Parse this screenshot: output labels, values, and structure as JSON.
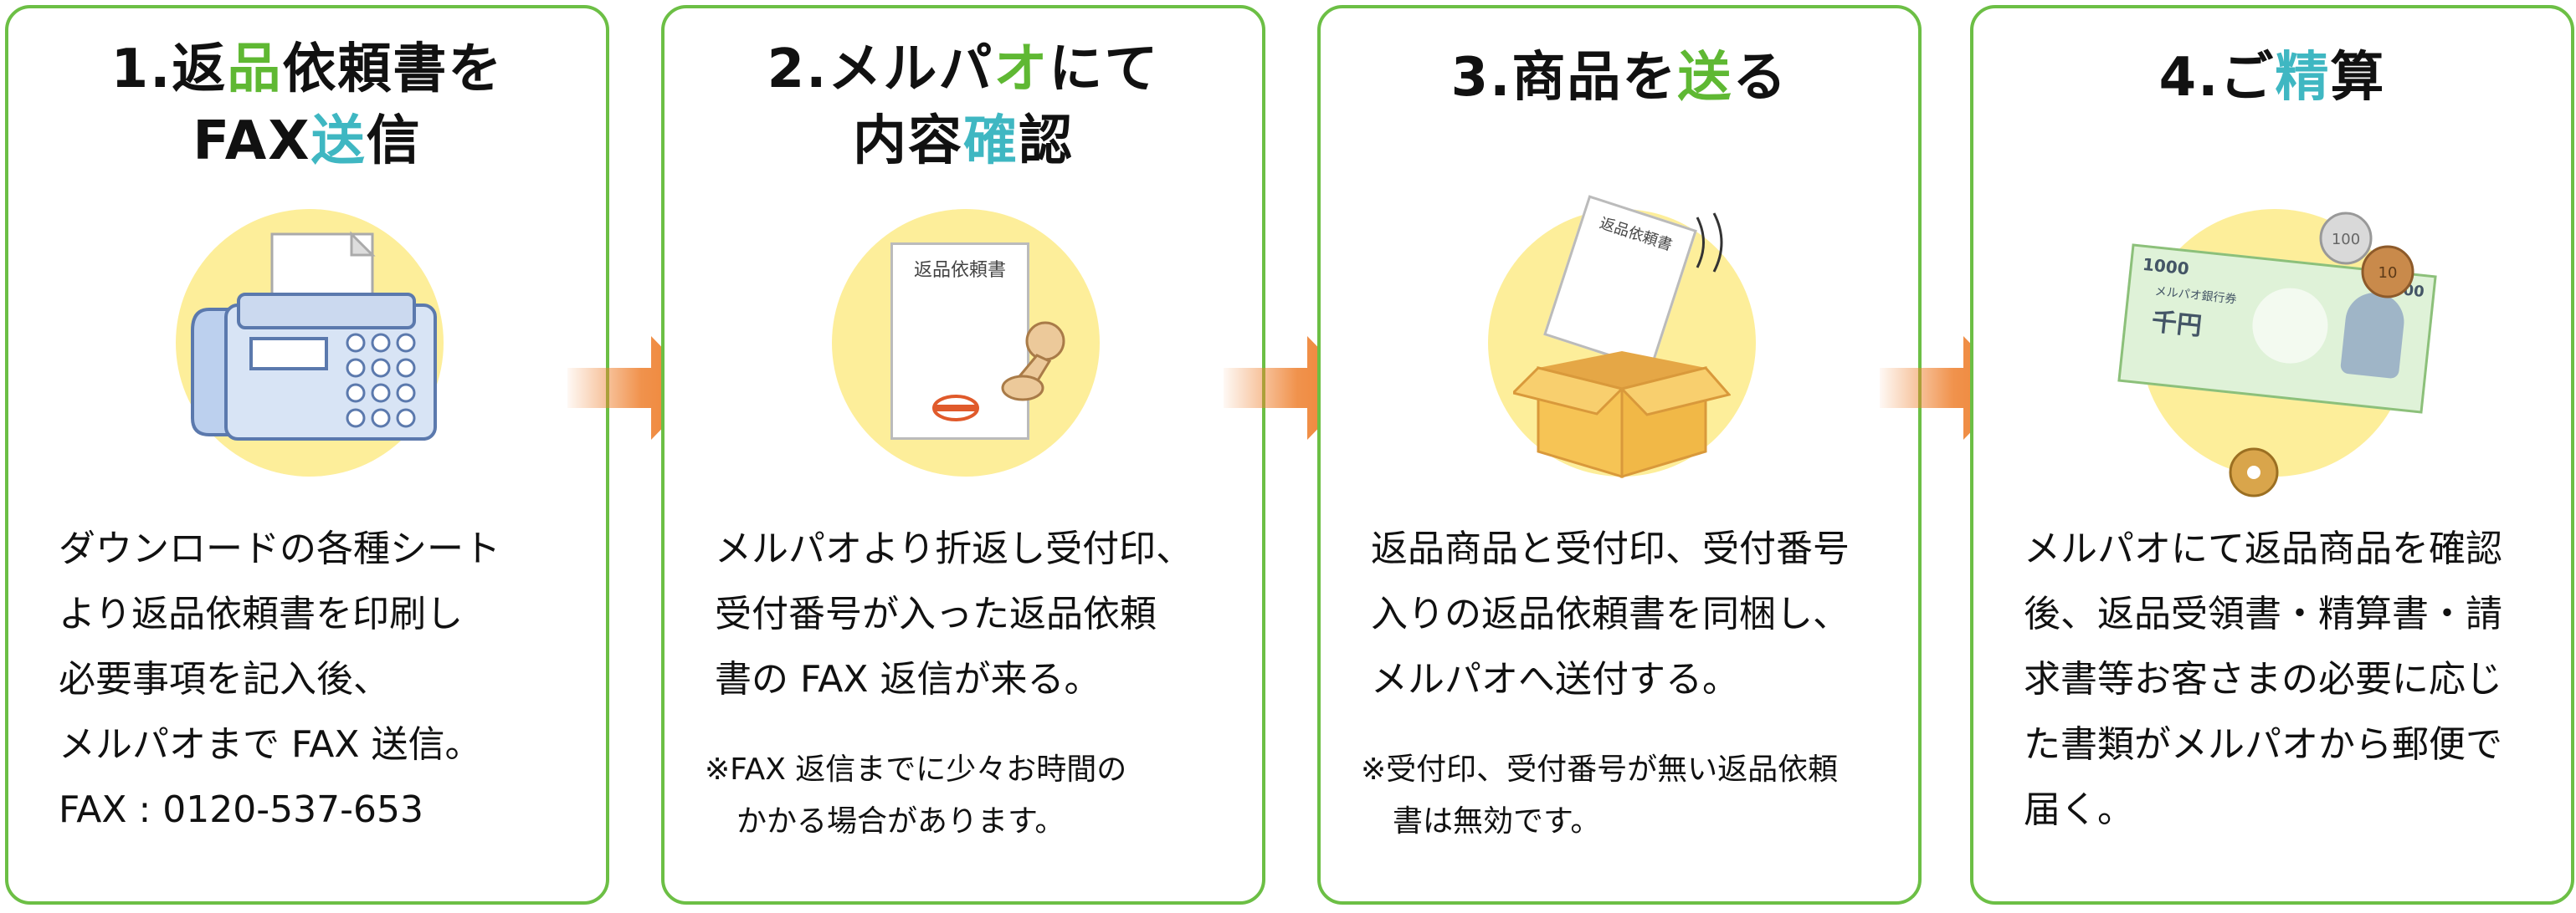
{
  "steps": [
    {
      "title_parts": [
        "1.返",
        "品",
        "依頼書を"
      ],
      "title_line2": [
        "FAX",
        "送",
        "信"
      ],
      "body": [
        "ダウンロードの各種シート",
        "より返品依頼書を印刷し",
        "必要事項を記入後、",
        "メルパオまで FAX 送信。",
        "FAX : 0120-537-653"
      ]
    },
    {
      "title_parts": [
        "2.メルパ",
        "オ",
        "にて"
      ],
      "title_line2": [
        "内容",
        "確",
        "認"
      ],
      "doc_label": "返品依頼書",
      "body": [
        "メルパオより折返し受付印、",
        "受付番号が入った返品依頼",
        "書の FAX 返信が来る。"
      ],
      "note": [
        "※FAX 返信までに少々お時間の",
        "かかる場合があります。"
      ]
    },
    {
      "title_parts": [
        "3.商品を",
        "送",
        "る"
      ],
      "doc_label": "返品依頼書",
      "body": [
        "返品商品と受付印、受付番号",
        "入りの返品依頼書を同梱し、",
        "メルパオへ送付する。"
      ],
      "note": [
        "※受付印、受付番号が無い返品依頼",
        "書は無効です。"
      ]
    },
    {
      "title_parts": [
        "4.ご",
        "精",
        "算"
      ],
      "bill": {
        "amount": "1000",
        "bank": "メルパオ銀行券",
        "denom": "千円",
        "coin1": "100",
        "coin2": "10"
      },
      "body": [
        "メルパオにて返品商品を確認",
        "後、返品受領書・精算書・請",
        "求書等お客さまの必要に応じ",
        "た書類がメルパオから郵便で",
        "届く。"
      ]
    }
  ],
  "colors": {
    "border": "#6cbf45",
    "green": "#5fb833",
    "teal": "#3fb7c2",
    "circle": "#fdee9a",
    "arrow": "#ee7f2d"
  }
}
